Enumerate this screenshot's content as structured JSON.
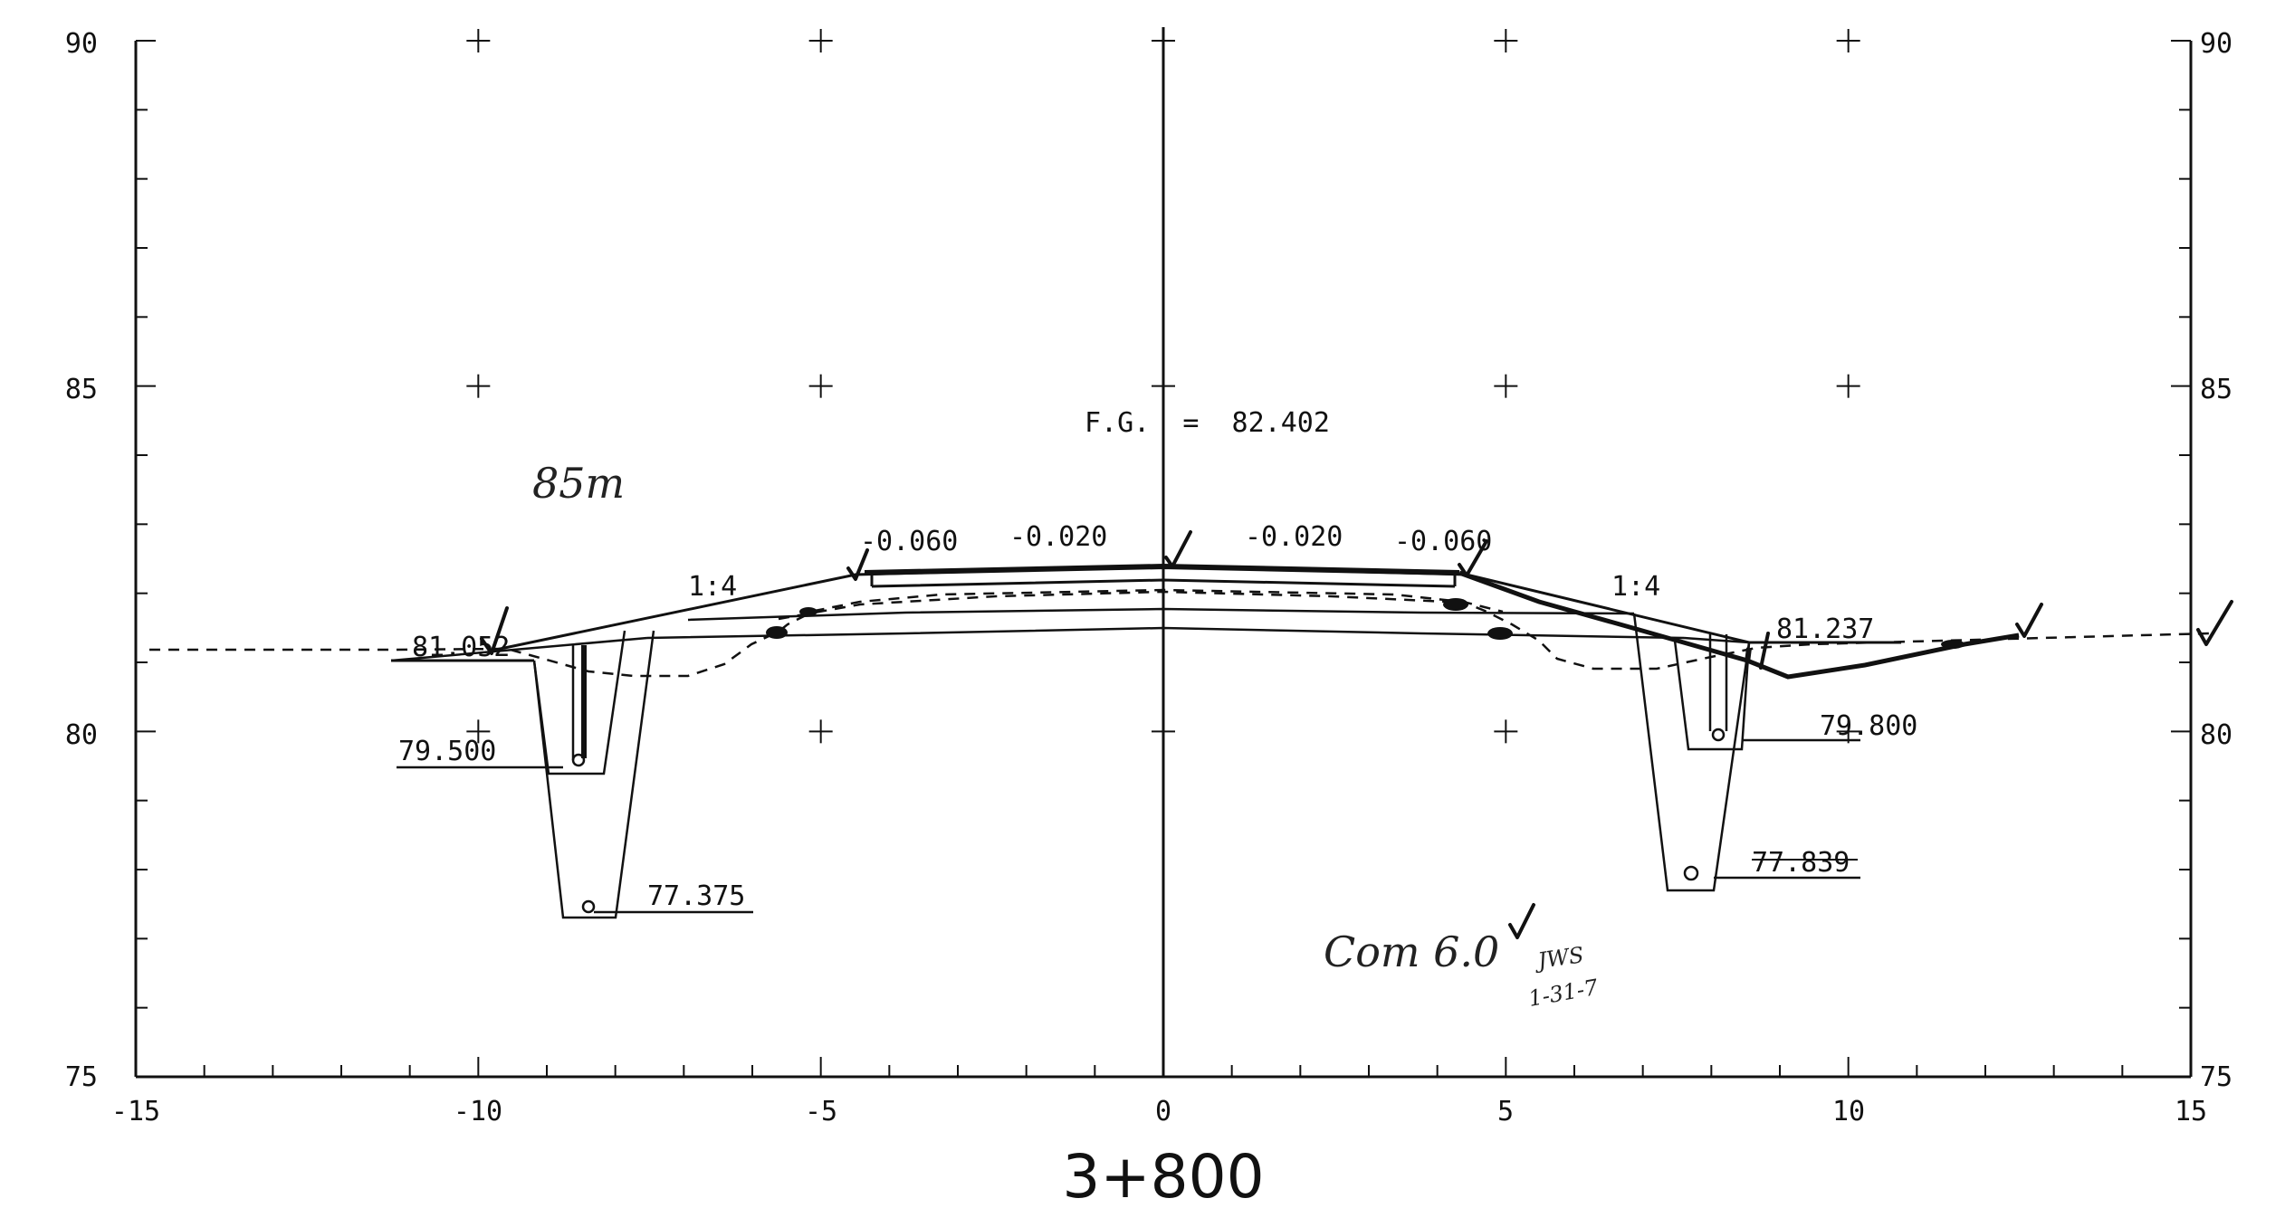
{
  "drawing": {
    "station": "3+800",
    "x_axis": {
      "ticks": [
        "-15",
        "-10",
        "-5",
        "0",
        "5",
        "10",
        "15"
      ]
    },
    "y_axis_left": {
      "ticks": [
        "90",
        "85",
        "80",
        "75"
      ]
    },
    "y_axis_right": {
      "ticks": [
        "90",
        "85",
        "80",
        "75"
      ]
    },
    "finished_grade_label": "F.G.  =  82.402",
    "crossfall_labels": [
      "-0.060",
      "-0.020",
      "-0.020",
      "-0.060"
    ],
    "side_slopes": [
      "1:4",
      "1:4"
    ],
    "elevations": {
      "left_shoulder": "81.052",
      "right_shoulder": "81.237",
      "left_drain_invert": "79.500",
      "right_drain_invert": "79.800",
      "left_pipe_invert": "77.375",
      "right_pipe_invert": "77.839"
    },
    "handwritten": {
      "width_note": "85m",
      "comment": "Com 6.0",
      "initials": "JWS",
      "date": "1-31-7"
    }
  }
}
